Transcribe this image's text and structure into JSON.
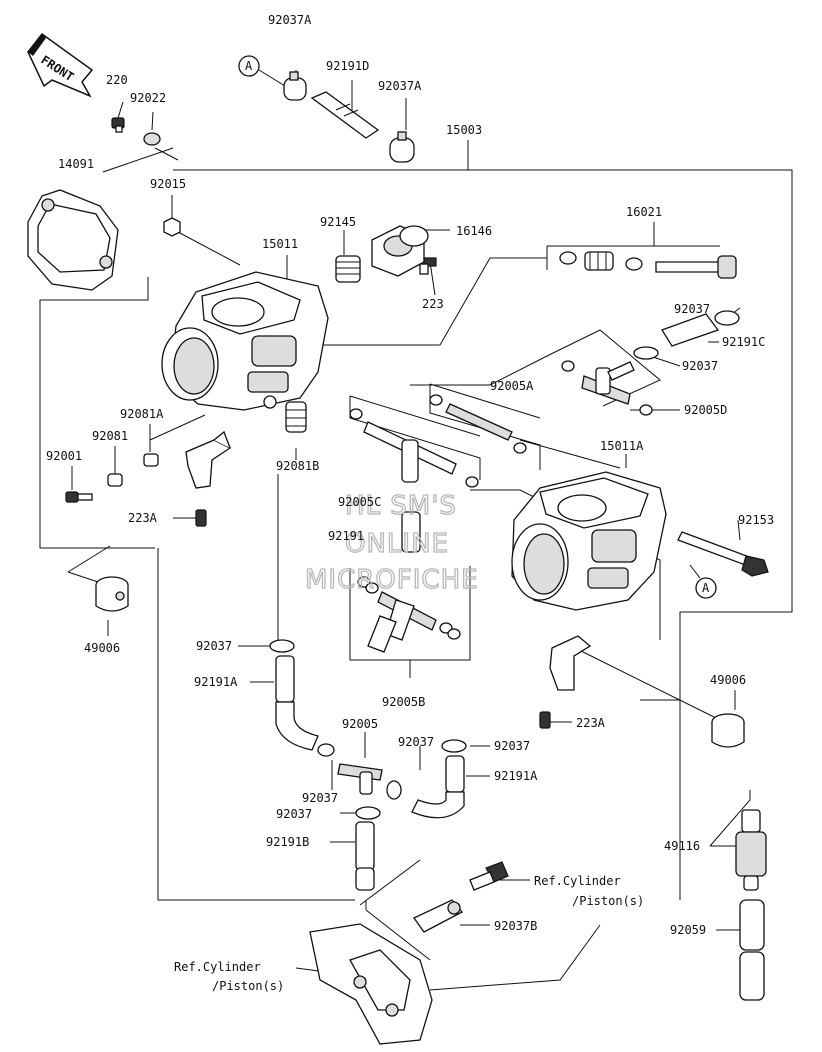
{
  "front_label": "FRONT",
  "watermark": [
    "HL SM'S",
    "ONLINE",
    "MICROFICHE"
  ],
  "part_labels": [
    {
      "id": "92037A-top",
      "text": "92037A"
    },
    {
      "id": "A-top",
      "text": "A"
    },
    {
      "id": "92191D",
      "text": "92191D"
    },
    {
      "id": "92037A-mid",
      "text": "92037A"
    },
    {
      "id": "220",
      "text": "220"
    },
    {
      "id": "92022",
      "text": "92022"
    },
    {
      "id": "15003",
      "text": "15003"
    },
    {
      "id": "14091",
      "text": "14091"
    },
    {
      "id": "92015",
      "text": "92015"
    },
    {
      "id": "92145",
      "text": "92145"
    },
    {
      "id": "16146",
      "text": "16146"
    },
    {
      "id": "15011",
      "text": "15011"
    },
    {
      "id": "16021",
      "text": "16021"
    },
    {
      "id": "223",
      "text": "223"
    },
    {
      "id": "92037-a",
      "text": "92037"
    },
    {
      "id": "92191C",
      "text": "92191C"
    },
    {
      "id": "92037-b",
      "text": "92037"
    },
    {
      "id": "92005A",
      "text": "92005A"
    },
    {
      "id": "92005D",
      "text": "92005D"
    },
    {
      "id": "92081A",
      "text": "92081A"
    },
    {
      "id": "92081",
      "text": "92081"
    },
    {
      "id": "92001",
      "text": "92001"
    },
    {
      "id": "92081B",
      "text": "92081B"
    },
    {
      "id": "15011A",
      "text": "15011A"
    },
    {
      "id": "92005C",
      "text": "92005C"
    },
    {
      "id": "223A-left",
      "text": "223A"
    },
    {
      "id": "92153",
      "text": "92153"
    },
    {
      "id": "92191",
      "text": "92191"
    },
    {
      "id": "A-right",
      "text": "A"
    },
    {
      "id": "49006-left",
      "text": "49006"
    },
    {
      "id": "92037-c",
      "text": "92037"
    },
    {
      "id": "92191A-left",
      "text": "92191A"
    },
    {
      "id": "92005B",
      "text": "92005B"
    },
    {
      "id": "49006-right",
      "text": "49006"
    },
    {
      "id": "223A-right",
      "text": "223A"
    },
    {
      "id": "92005",
      "text": "92005"
    },
    {
      "id": "92037-d",
      "text": "92037"
    },
    {
      "id": "92037-e",
      "text": "92037"
    },
    {
      "id": "92191A-right",
      "text": "92191A"
    },
    {
      "id": "92037-f",
      "text": "92037"
    },
    {
      "id": "92037-g",
      "text": "92037"
    },
    {
      "id": "92191B",
      "text": "92191B"
    },
    {
      "id": "49116",
      "text": "49116"
    },
    {
      "id": "ref-cyl-right-1",
      "text": "Ref.Cylinder"
    },
    {
      "id": "ref-cyl-right-2",
      "text": "/Piston(s)"
    },
    {
      "id": "92037B",
      "text": "92037B"
    },
    {
      "id": "92059",
      "text": "92059"
    },
    {
      "id": "ref-cyl-left-1",
      "text": "Ref.Cylinder"
    },
    {
      "id": "ref-cyl-left-2",
      "text": "/Piston(s)"
    }
  ]
}
